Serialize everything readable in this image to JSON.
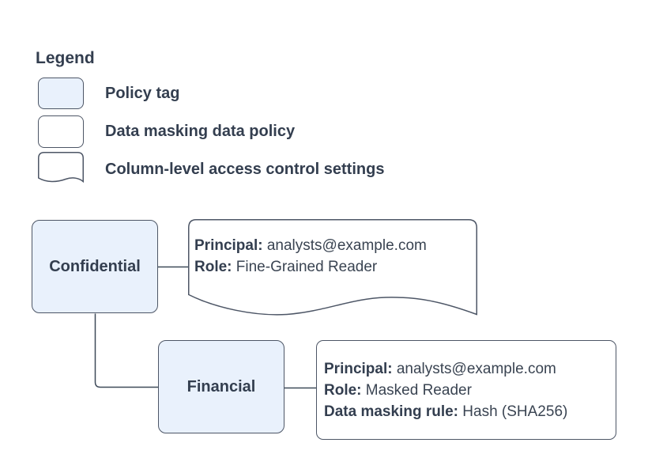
{
  "legend": {
    "heading": "Legend",
    "items": [
      {
        "shape": "policy-tag-swatch",
        "label": "Policy tag"
      },
      {
        "shape": "data-policy-swatch",
        "label": "Data masking data policy"
      },
      {
        "shape": "document-swatch",
        "label": "Column-level access control settings"
      }
    ]
  },
  "diagram": {
    "nodes": {
      "confidential": {
        "label": "Confidential"
      },
      "financial": {
        "label": "Financial"
      },
      "fine_grained": {
        "lines": [
          {
            "key": "Principal:",
            "value": " analysts@example.com"
          },
          {
            "key": "Role:",
            "value": " Fine-Grained Reader"
          }
        ]
      },
      "masked": {
        "lines": [
          {
            "key": "Principal:",
            "value": " analysts@example.com"
          },
          {
            "key": "Role:",
            "value": " Masked Reader"
          },
          {
            "key": "Data masking rule:",
            "value": " Hash (SHA256)"
          }
        ]
      }
    }
  },
  "colors": {
    "policy_tag_fill": "#e9f1fc",
    "shape_fill_white": "#ffffff",
    "border": "#4d5666",
    "connector": "#3e4a59",
    "text": "#333e4f",
    "background": "#ffffff"
  }
}
